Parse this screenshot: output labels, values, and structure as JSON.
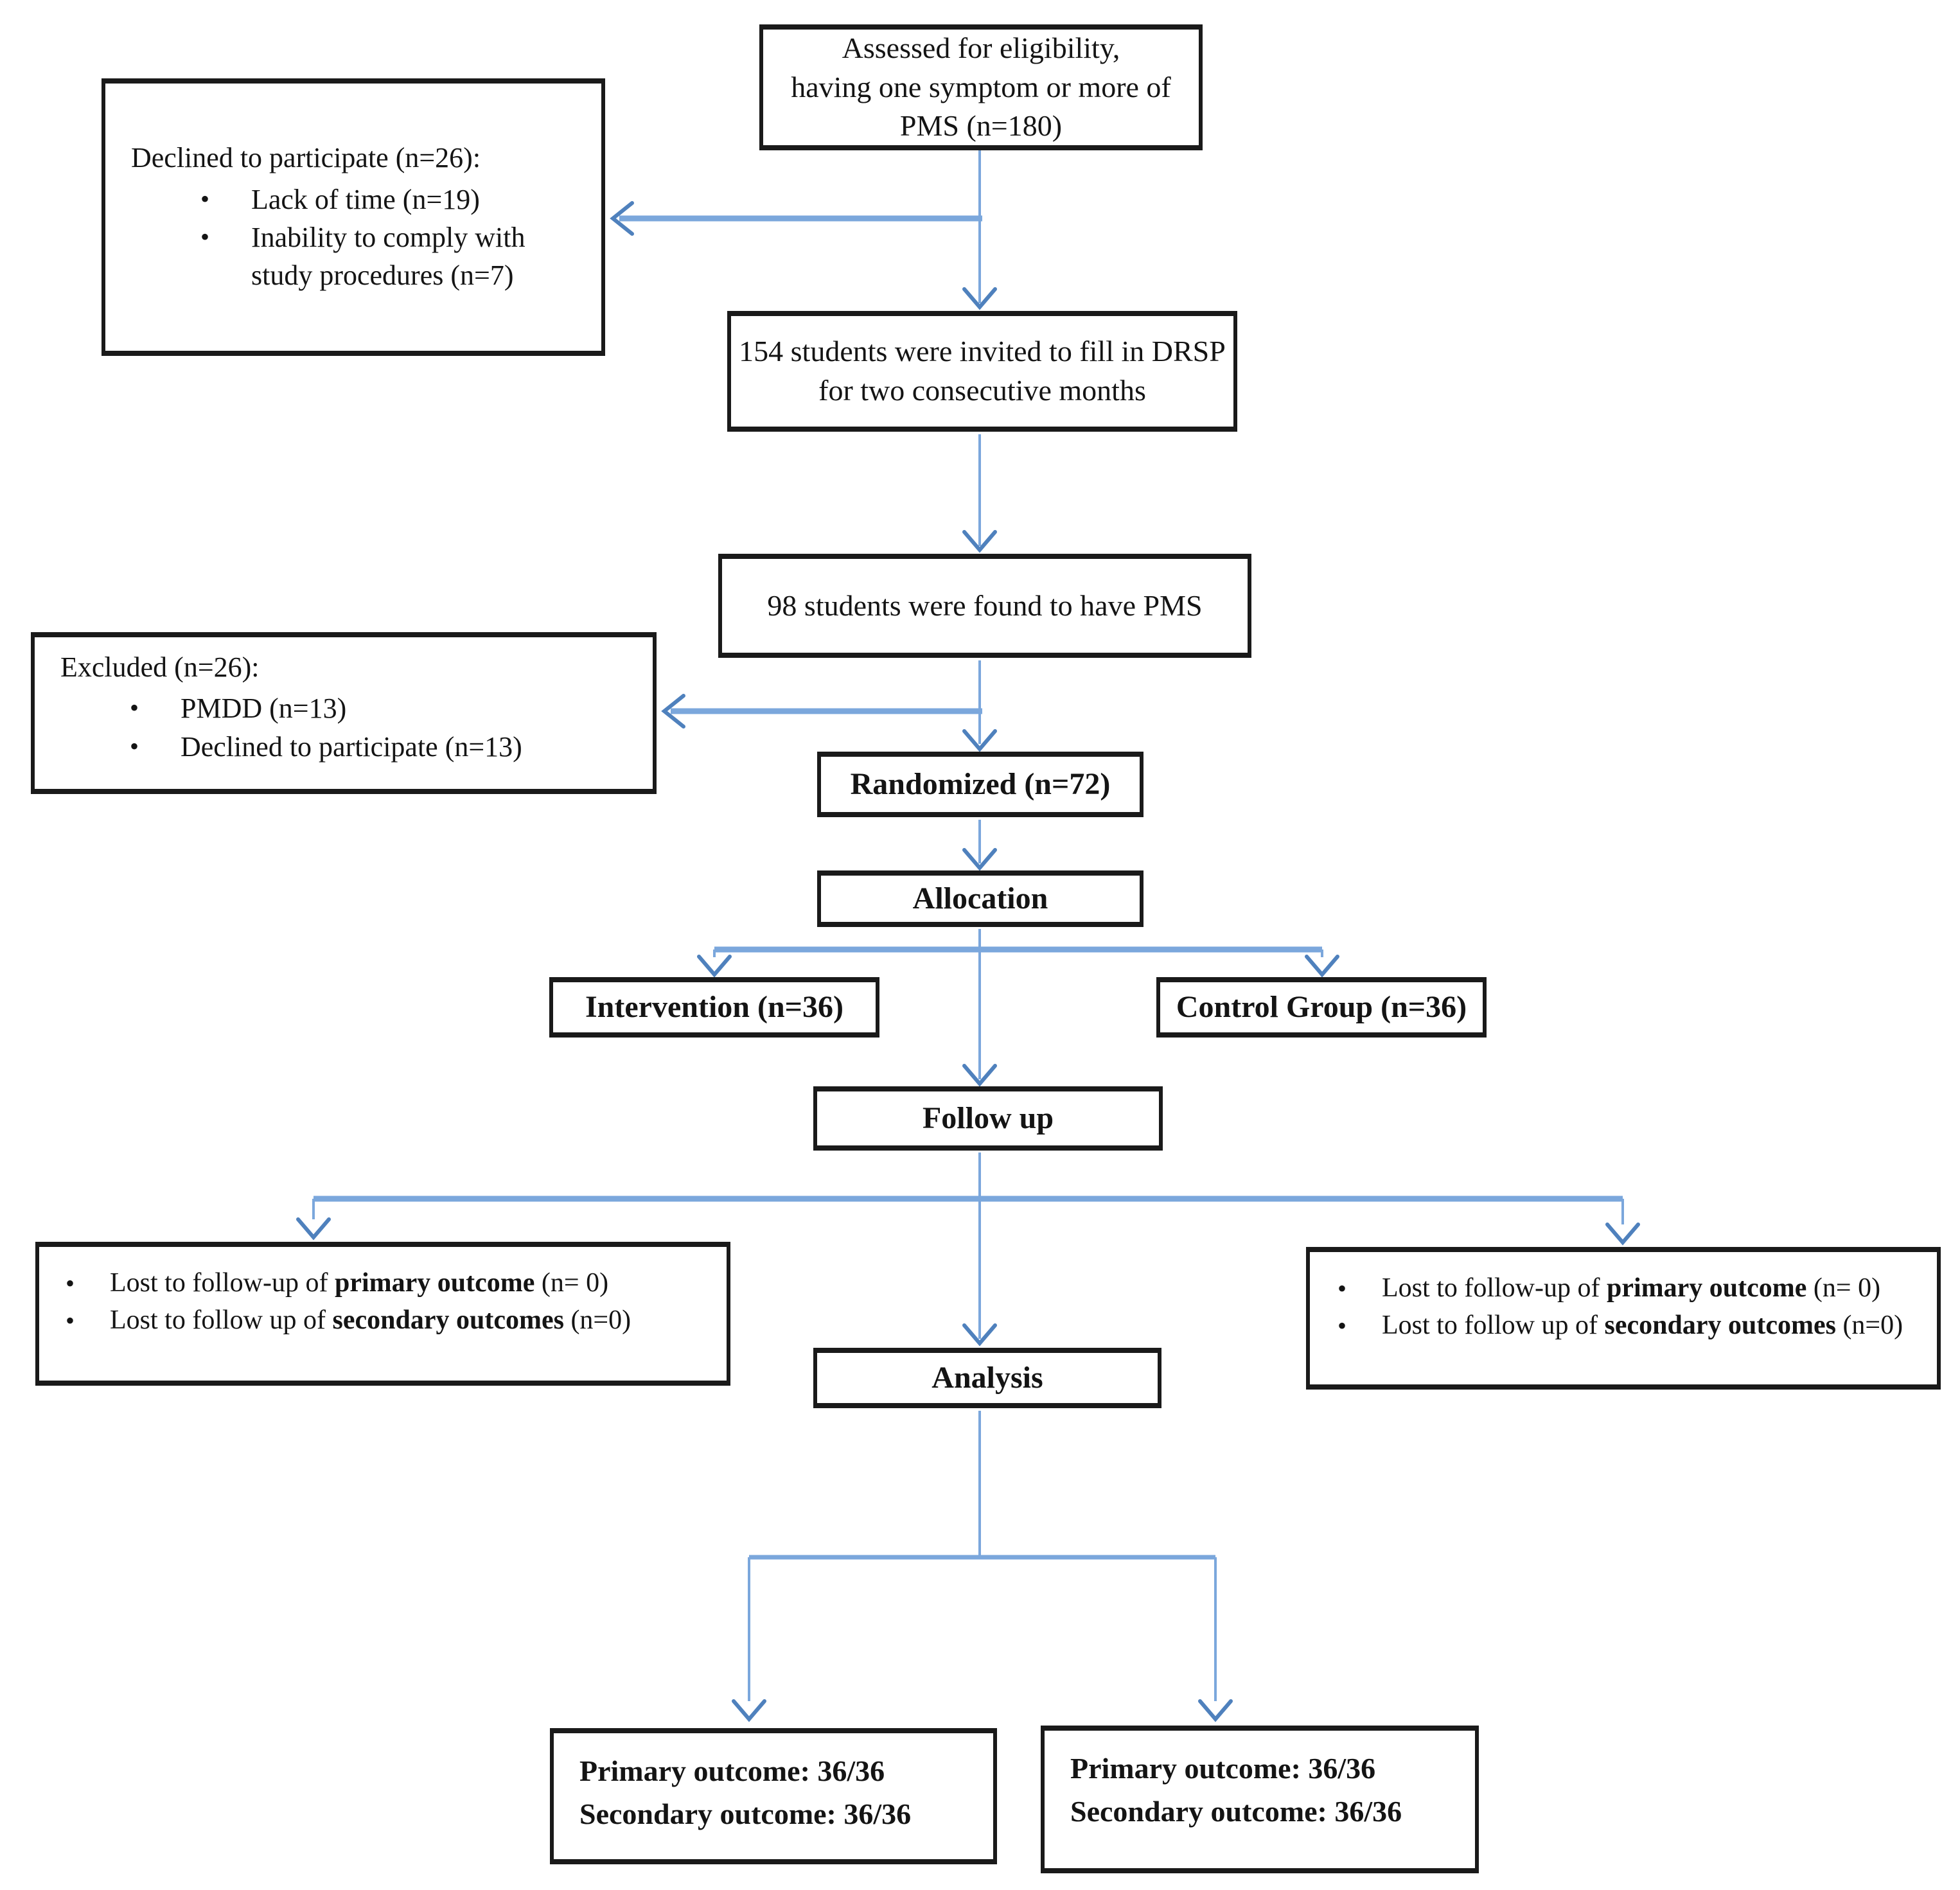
{
  "figure": {
    "type": "consort-flow-diagram",
    "colors": {
      "arrow_line": "#7ba7dc",
      "arrow_head": "#4f81bd",
      "box_border": "#1a1a1a",
      "background": "#ffffff",
      "text": "#141414"
    },
    "nodes": {
      "assessed": {
        "lines": [
          "Assessed for eligibility,",
          "having one symptom or more of",
          "PMS (n=180)"
        ]
      },
      "declined": {
        "title": "Declined to participate (n=26):",
        "bullets": [
          "Lack of time (n=19)",
          "Inability to comply with study procedures (n=7)"
        ]
      },
      "invited": {
        "lines": [
          "154 students were invited to fill in DRSP",
          "for two consecutive months"
        ]
      },
      "pms_found": {
        "text": "98 students were found to have PMS"
      },
      "excluded": {
        "title": "Excluded (n=26):",
        "bullets": [
          "PMDD (n=13)",
          "Declined to participate (n=13)"
        ]
      },
      "randomized": {
        "text": "Randomized (n=72)"
      },
      "allocation": {
        "text": "Allocation"
      },
      "intervention": {
        "text": "Intervention (n=36)"
      },
      "control": {
        "text": "Control Group (n=36)"
      },
      "follow_up": {
        "text": "Follow up"
      },
      "lost_left": {
        "bullets": [
          [
            {
              "text": "Lost to follow-up of "
            },
            {
              "text": "primary outcome",
              "bold": true
            },
            {
              "text": " (n= 0)"
            }
          ],
          [
            {
              "text": "Lost to follow up of "
            },
            {
              "text": "secondary outcomes",
              "bold": true
            },
            {
              "text": " (n=0)"
            }
          ]
        ]
      },
      "lost_right": {
        "bullets": [
          [
            {
              "text": "Lost to follow-up of "
            },
            {
              "text": "primary outcome",
              "bold": true
            },
            {
              "text": " (n= 0)"
            }
          ],
          [
            {
              "text": "Lost to follow up of "
            },
            {
              "text": "secondary outcomes",
              "bold": true
            },
            {
              "text": " (n=0)"
            }
          ]
        ]
      },
      "analysis": {
        "text": "Analysis"
      },
      "outcome_left": {
        "lines": [
          "Primary outcome: 36/36",
          "Secondary outcome: 36/36"
        ]
      },
      "outcome_right": {
        "lines": [
          "Primary outcome: 36/36",
          "Secondary outcome: 36/36"
        ]
      }
    }
  }
}
